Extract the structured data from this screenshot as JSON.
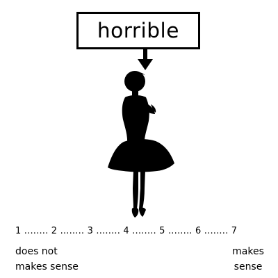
{
  "prompt_word": "horrible",
  "scale": {
    "text": "1 ........ 2 ........ 3 ........ 4 ........ 5 ........ 6 ........ 7",
    "left_anchor": [
      "does not",
      "makes sense"
    ],
    "right_anchor": [
      "makes",
      "sense"
    ]
  },
  "figure": {
    "icon": "woman-silhouette-icon",
    "color": "#000000"
  }
}
